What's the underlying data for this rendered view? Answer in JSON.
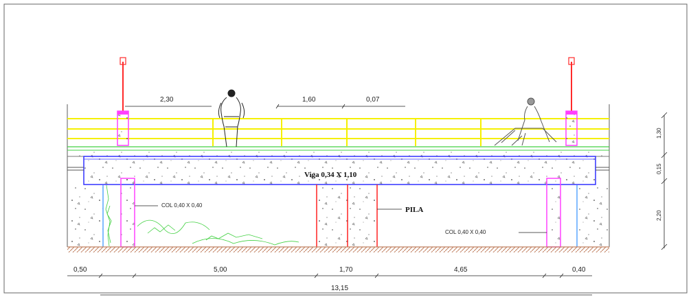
{
  "drawing": {
    "beam_label": "Viga 0,34 X 1,10",
    "pier_label": "PILA",
    "column_left_label": "COL 0,40 X 0,40",
    "column_right_label": "COL 0,40 X 0,40",
    "top_dims": {
      "d1": "2,30",
      "d2": "1,60",
      "d3": "0,07"
    },
    "bottom_dims": {
      "d1": "0,50",
      "d2": "5,00",
      "d3": "1,70",
      "d4": "4,65",
      "d5": "0,40"
    },
    "total_dim": "13,15",
    "vertical_dims": {
      "railing": "1,30",
      "beam": "0,15",
      "column": "2,20"
    },
    "colors": {
      "railing": "#f5f000",
      "lamp": "#ff2a2a",
      "lamp_base": "#ff40ff",
      "beam_outline": "#3030ff",
      "column_left": "#ff40ff",
      "pier": "#ff2020",
      "ground": "#c08060",
      "grass": "#40d040"
    }
  }
}
